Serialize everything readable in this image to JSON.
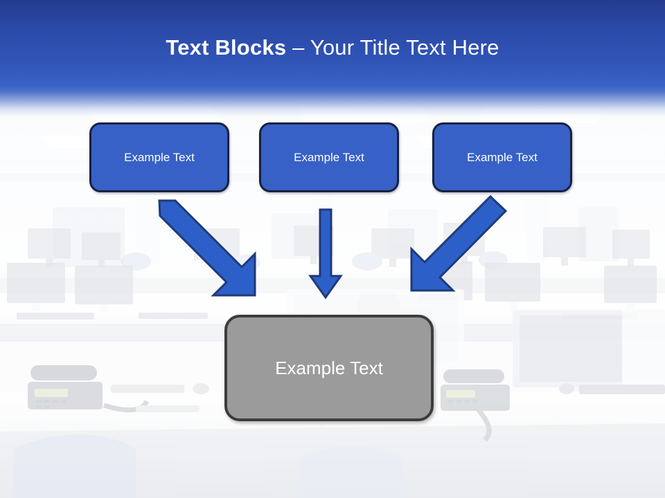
{
  "slide": {
    "title": {
      "bold_part": "Text Blocks",
      "separator": " – ",
      "regular_part": "Your Title Text Here",
      "full": "Text Blocks – Your Title Text Here"
    },
    "background": {
      "description": "office-workspace-photo",
      "scene": "open-plan office with rows of desks, monitors, keyboards, desk phones and blue chairs",
      "treatment": "washed-out / high-key faded"
    },
    "colors": {
      "header_top": "#243b8f",
      "header_bottom": "#3a62c6",
      "box_blue_fill": "#3761c6",
      "box_blue_border": "#17223f",
      "box_gray_fill": "#9b9b9b",
      "box_gray_border": "#3c3c3c",
      "arrow_fill": "#2c5fc8",
      "arrow_border": "#1f3a78",
      "text_on_shape": "#ffffff"
    },
    "blocks": [
      {
        "id": "box-1",
        "label": "Example Text",
        "style": "blue",
        "role": "source"
      },
      {
        "id": "box-2",
        "label": "Example Text",
        "style": "blue",
        "role": "source"
      },
      {
        "id": "box-3",
        "label": "Example Text",
        "style": "blue",
        "role": "source"
      }
    ],
    "result_block": {
      "id": "box-result",
      "label": "Example Text",
      "style": "gray",
      "role": "destination"
    },
    "arrows": [
      {
        "id": "arrow-left",
        "from": "box-1",
        "to": "box-result",
        "direction": "down-right"
      },
      {
        "id": "arrow-middle",
        "from": "box-2",
        "to": "box-result",
        "direction": "down"
      },
      {
        "id": "arrow-right",
        "from": "box-3",
        "to": "box-result",
        "direction": "down-left"
      }
    ]
  }
}
